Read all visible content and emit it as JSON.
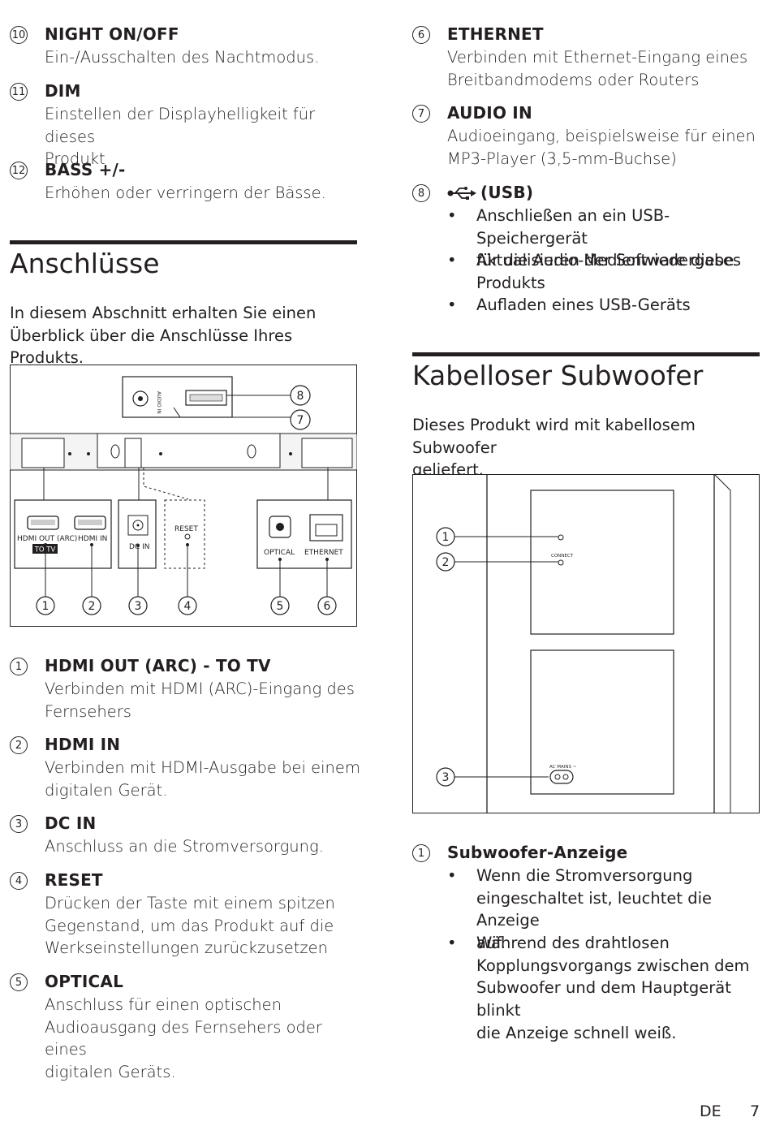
{
  "left_top": [
    {
      "num": "10",
      "title": "NIGHT ON/OFF",
      "text": [
        "Ein-/Ausschalten des Nachtmodus."
      ]
    },
    {
      "num": "11",
      "title": "DIM",
      "text": [
        "Einstellen der Displayhelligkeit für dieses",
        "Produkt"
      ]
    },
    {
      "num": "12",
      "title": "BASS +/-",
      "text": [
        "Erhöhen oder verringern der Bässe."
      ]
    }
  ],
  "anschluesse": {
    "heading": "Anschlüsse",
    "intro": [
      "In diesem Abschnitt erhalten Sie einen",
      "Überblick über die Anschlüsse Ihres Produkts."
    ]
  },
  "diagram_labels": {
    "hdmi_out": "HDMI OUT (ARC)",
    "hdmi_in": "HDMI IN",
    "to_tv": "TO TV",
    "dc_in": "DC IN",
    "reset": "RESET",
    "optical": "OPTICAL",
    "ethernet": "ETHERNET",
    "audio_in": "AUDIO IN",
    "callouts": [
      "1",
      "2",
      "3",
      "4",
      "5",
      "6",
      "7",
      "8"
    ]
  },
  "left_items": [
    {
      "num": "1",
      "title": "HDMI OUT (ARC) - TO TV",
      "text": [
        "Verbinden mit HDMI (ARC)-Eingang des",
        "Fernsehers"
      ]
    },
    {
      "num": "2",
      "title": "HDMI IN",
      "text": [
        "Verbinden mit HDMI-Ausgabe bei einem",
        "digitalen Gerät."
      ]
    },
    {
      "num": "3",
      "title": "DC IN",
      "text": [
        "Anschluss an die Stromversorgung."
      ]
    },
    {
      "num": "4",
      "title": "RESET",
      "text": [
        "Drücken der Taste mit einem spitzen",
        "Gegenstand, um das Produkt auf die",
        "Werkseinstellungen zurückzusetzen"
      ]
    },
    {
      "num": "5",
      "title": "OPTICAL",
      "text": [
        "Anschluss für einen optischen",
        "Audioausgang des Fernsehers oder eines",
        "digitalen Geräts."
      ]
    }
  ],
  "right_items": [
    {
      "num": "6",
      "title": "ETHERNET",
      "text": [
        "Verbinden mit Ethernet-Eingang eines",
        "Breitbandmodems oder Routers"
      ]
    },
    {
      "num": "7",
      "title": "AUDIO IN",
      "text": [
        "Audioeingang, beispielsweise für einen",
        "MP3-Player (3,5-mm-Buchse)"
      ]
    }
  ],
  "usb": {
    "num": "8",
    "title": "(USB)",
    "icon": "usb-icon",
    "bullets": [
      [
        "Anschließen an ein USB-Speichergerät",
        "für die Audio-Medienwiedergabe"
      ],
      [
        "Aktualisieren der Software dieses",
        "Produkts"
      ],
      [
        "Aufladen eines USB-Geräts"
      ]
    ]
  },
  "subwoofer": {
    "heading": "Kabelloser Subwoofer",
    "intro": [
      "Dieses Produkt wird mit kabellosem Subwoofer",
      "geliefert."
    ],
    "diagram": {
      "connect": "CONNECT",
      "ac_mains": "AC MAINS ~",
      "callouts": [
        "1",
        "2",
        "3"
      ]
    },
    "item": {
      "num": "1",
      "title": "Subwoofer-Anzeige",
      "bullets": [
        [
          "Wenn die Stromversorgung",
          "eingeschaltet ist, leuchtet die Anzeige",
          "auf."
        ],
        [
          "Während des drahtlosen",
          "Kopplungsvorgangs zwischen dem",
          "Subwoofer und dem Hauptgerät blinkt",
          "die Anzeige schnell weiß."
        ]
      ]
    }
  },
  "footer": {
    "lang": "DE",
    "page": "7"
  },
  "bullet_char": "•"
}
